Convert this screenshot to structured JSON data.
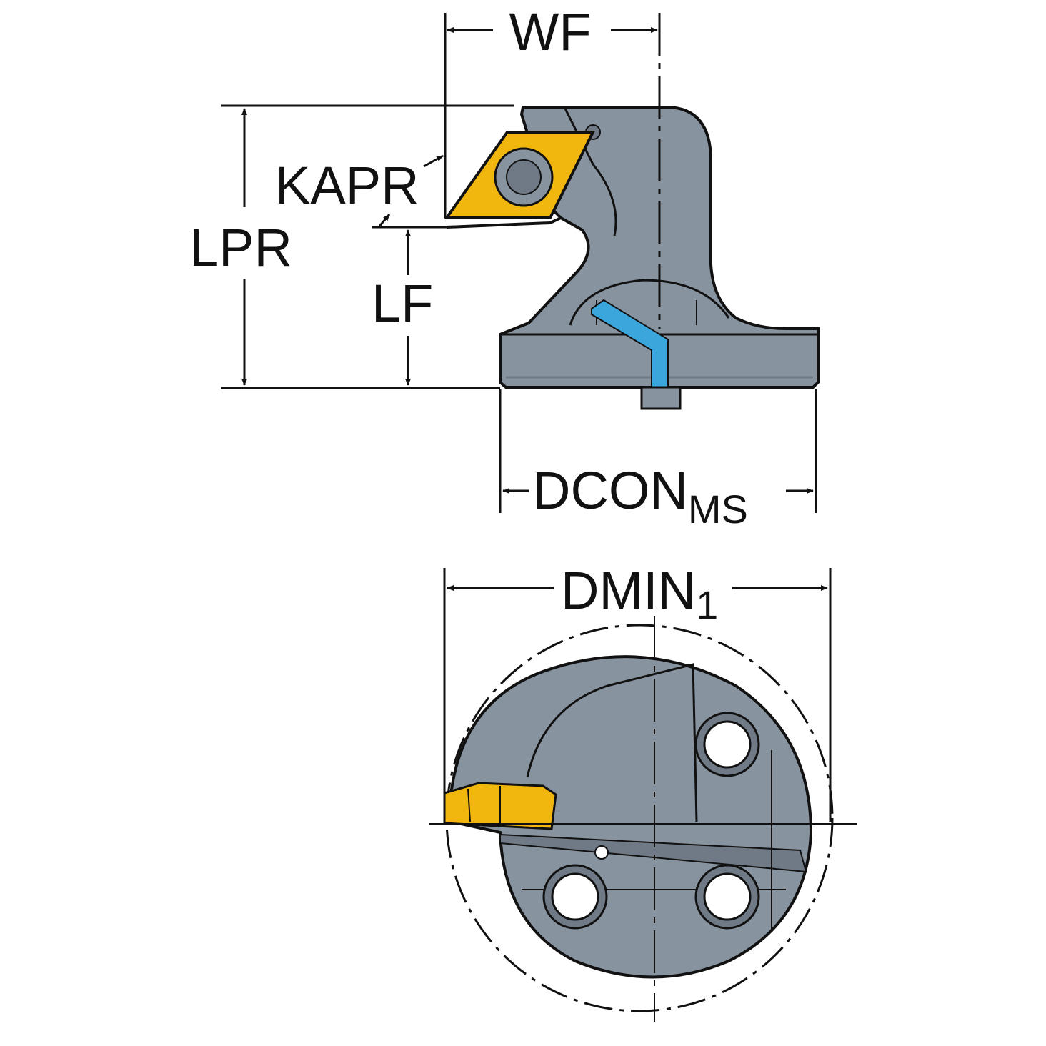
{
  "labels": {
    "wf": "WF",
    "kapr": "KAPR",
    "lpr": "LPR",
    "lf": "LF",
    "dcon": "DCON",
    "dcon_sub": "MS",
    "dmin": "DMIN",
    "dmin_sub": "1"
  },
  "colors": {
    "body": "#8893a0",
    "body_dark": "#6f7a86",
    "outline": "#111111",
    "insert": "#f1b70f",
    "coolant": "#3aa6dc",
    "dimension": "#111111"
  }
}
